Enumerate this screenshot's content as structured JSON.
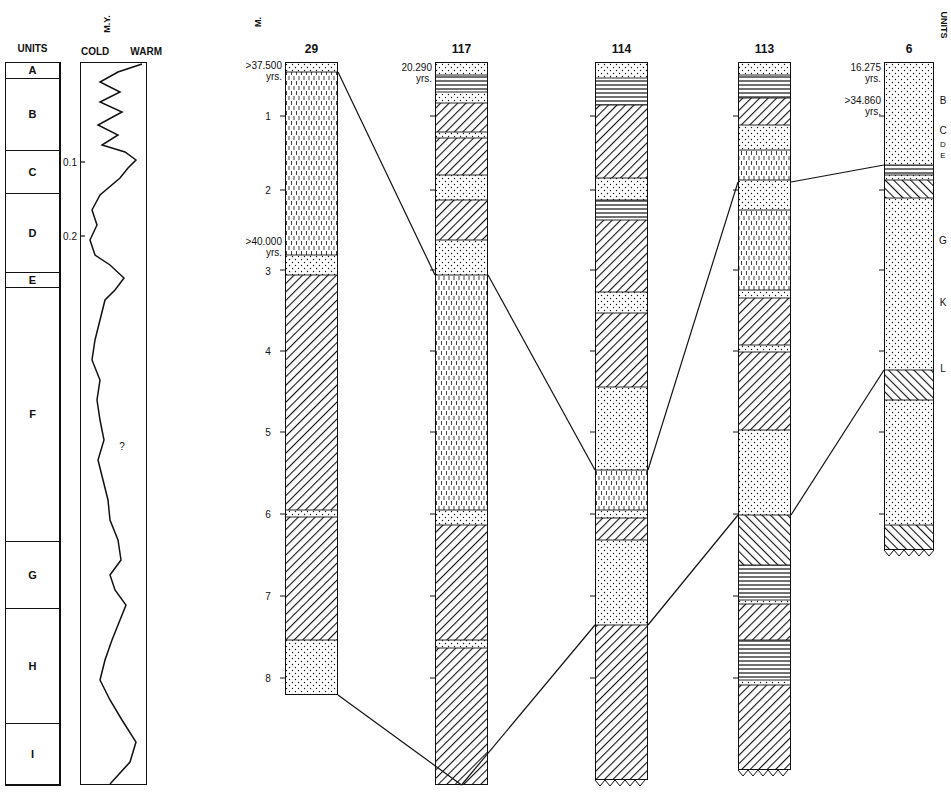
{
  "diagram": {
    "nodes": [
      {
        "text": [
          "UNITS"
        ]
      },
      {
        "text": [
          "A"
        ],
        "in": 0
      },
      {
        "text": [
          "B"
        ],
        "in": 0
      },
      {
        "text": [
          "C"
        ],
        "in": 0
      },
      {
        "text": [
          "D"
        ],
        "in": 0
      },
      {
        "text": [
          "E"
        ],
        "in": 0
      },
      {
        "text": [
          "F"
        ],
        "in": 0
      },
      {
        "text": [
          "G"
        ],
        "in": 0
      },
      {
        "text": [
          "H"
        ],
        "in": 0
      },
      {
        "text": [
          "I"
        ],
        "in": 0
      },
      {
        "text": [
          "COLD",
          "WARM"
        ]
      },
      {
        "text": [
          "29"
        ]
      },
      {
        "text": [
          "117"
        ]
      },
      {
        "text": [
          "114"
        ]
      },
      {
        "text": [
          "113"
        ]
      },
      {
        "text": [
          "6"
        ]
      }
    ],
    "edges": [
      {
        "from": 11,
        "to": 12,
        "arrow": "none"
      },
      {
        "from": 11,
        "to": 12,
        "arrow": "none"
      },
      {
        "from": 12,
        "to": 13,
        "arrow": "none"
      },
      {
        "from": 12,
        "to": 13,
        "arrow": "none"
      },
      {
        "from": 13,
        "to": 14,
        "arrow": "none"
      },
      {
        "from": 13,
        "to": 14,
        "arrow": "none"
      },
      {
        "from": 14,
        "to": 15,
        "arrow": "none"
      },
      {
        "from": 14,
        "to": 15,
        "arrow": "none"
      }
    ],
    "labels": [
      "M.Y.",
      "0.1",
      "0.2",
      "?",
      "M.",
      "1",
      "2",
      "3",
      "4",
      "5",
      "6",
      "7",
      "8",
      ">37.500 yrs.",
      ">40.000 yrs.",
      "20.290 yrs.",
      "16.275 yrs.",
      ">34.860 yrs.",
      "UNITS",
      "B",
      "C",
      "D",
      "E",
      "G",
      "K",
      "L"
    ]
  }
}
